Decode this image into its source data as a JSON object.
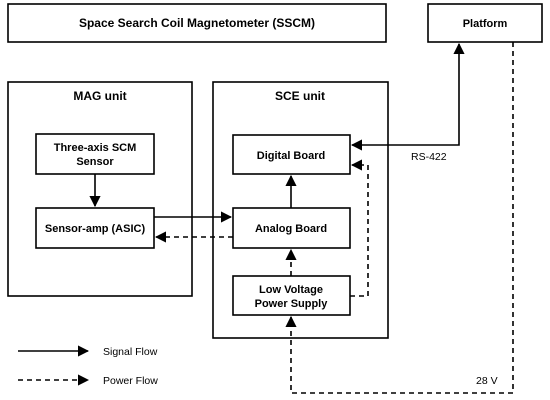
{
  "blocks": {
    "sscm": "Space Search Coil Magnetometer (SSCM)",
    "platform": "Platform",
    "mag_unit": "MAG unit",
    "sce_unit": "SCE unit",
    "sensor_line1": "Three-axis SCM",
    "sensor_line2": "Sensor",
    "sensor_amp": "Sensor-amp (ASIC)",
    "digital_board": "Digital Board",
    "analog_board": "Analog Board",
    "lvps_line1": "Low Voltage",
    "lvps_line2": "Power Supply"
  },
  "connections": {
    "rs422": "RS-422",
    "voltage": "28 V"
  },
  "legend": {
    "signal": "Signal Flow",
    "power": "Power Flow"
  }
}
